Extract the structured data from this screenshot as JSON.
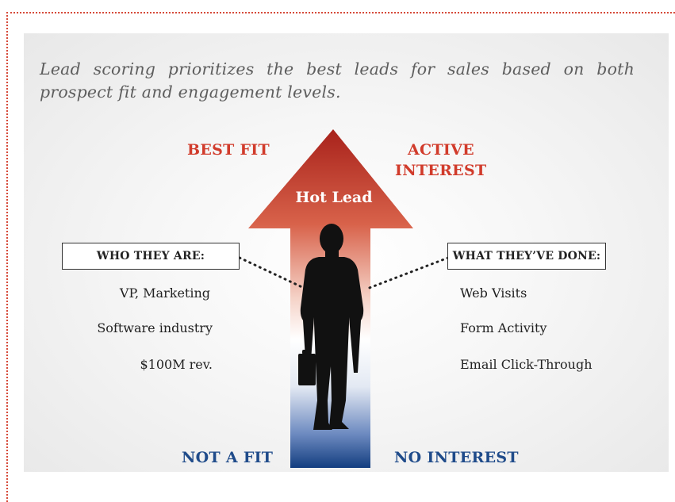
{
  "intro_text": {
    "line1": "Lead scoring prioritizes the best leads for sales based on both",
    "line2": "prospect fit and engagement levels."
  },
  "arrow": {
    "label": "Hot Lead",
    "top_left_label": "BEST FIT",
    "top_right_label_line1": "ACTIVE",
    "top_right_label_line2": "INTEREST",
    "bottom_left_label": "NOT A FIT",
    "bottom_right_label": "NO INTEREST"
  },
  "fit": {
    "title": "WHO THEY ARE:",
    "items": [
      "VP, Marketing",
      "Software industry",
      "$100M rev."
    ]
  },
  "engagement": {
    "title": "WHAT THEY’VE DONE:",
    "items": [
      "Web Visits",
      "Form Activity",
      "Email Click-Through"
    ]
  },
  "colors": {
    "accent_red": "#d13b2b",
    "accent_blue": "#1f4b8a",
    "frame_dots": "#d64a3a"
  }
}
